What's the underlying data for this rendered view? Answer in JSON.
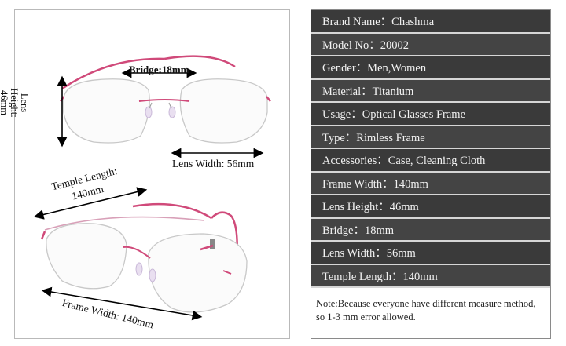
{
  "diagram": {
    "bridge_label": "Bridge:18mm",
    "lens_width_label": "Lens Width: 56mm",
    "lens_height_label": "Lens Height: 46mm",
    "temple_length_label": "Temple Length: 140mm",
    "frame_width_label": "Frame Width: 140mm",
    "colors": {
      "frame": "#d04a7a",
      "lens_edge": "#c8c8c8",
      "arrow": "#000000"
    }
  },
  "specs": [
    "Brand Name：Chashma",
    "Model No：20002",
    "Gender：Men,Women",
    "Material：Titanium",
    "Usage：Optical Glasses Frame",
    "Type：Rimless Frame",
    "Accessories：Case, Cleaning Cloth",
    "Frame Width：140mm",
    "Lens Height：46mm",
    "Bridge：18mm",
    "Lens Width：56mm",
    "Temple Length：140mm"
  ],
  "note": "Note:Because everyone have different measure method, so 1-3 mm error allowed."
}
